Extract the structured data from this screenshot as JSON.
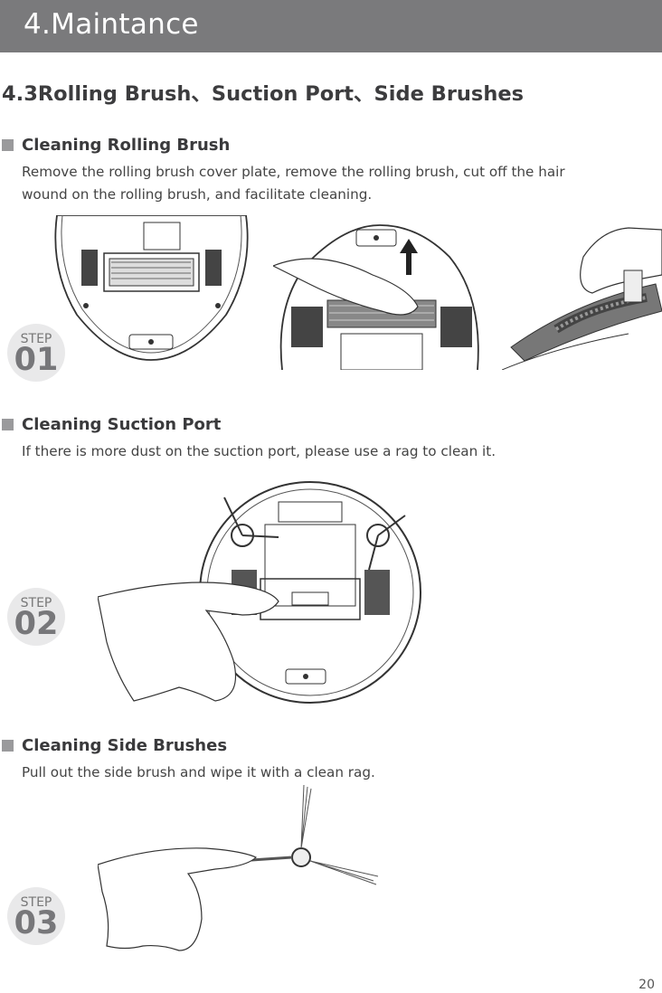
{
  "header": {
    "title": "4.Maintance"
  },
  "section": {
    "title": "4.3Rolling Brush、Suction Port、Side Brushes"
  },
  "steps": [
    {
      "heading": "Cleaning Rolling Brush",
      "text_lines": [
        "Remove the rolling brush cover plate, remove the rolling brush, cut off the hair",
        "wound on the rolling brush, and facilitate cleaning."
      ],
      "badge_label": "STEP",
      "badge_number": "01"
    },
    {
      "heading": "Cleaning Suction Port",
      "text_lines": [
        "If there is more dust on the suction port, please use a rag to clean it."
      ],
      "badge_label": "STEP",
      "badge_number": "02"
    },
    {
      "heading": "Cleaning Side Brushes",
      "text_lines": [
        "Pull out the side brush and wipe it with a clean rag."
      ],
      "badge_label": "STEP",
      "badge_number": "03"
    }
  ],
  "page_number": "20"
}
